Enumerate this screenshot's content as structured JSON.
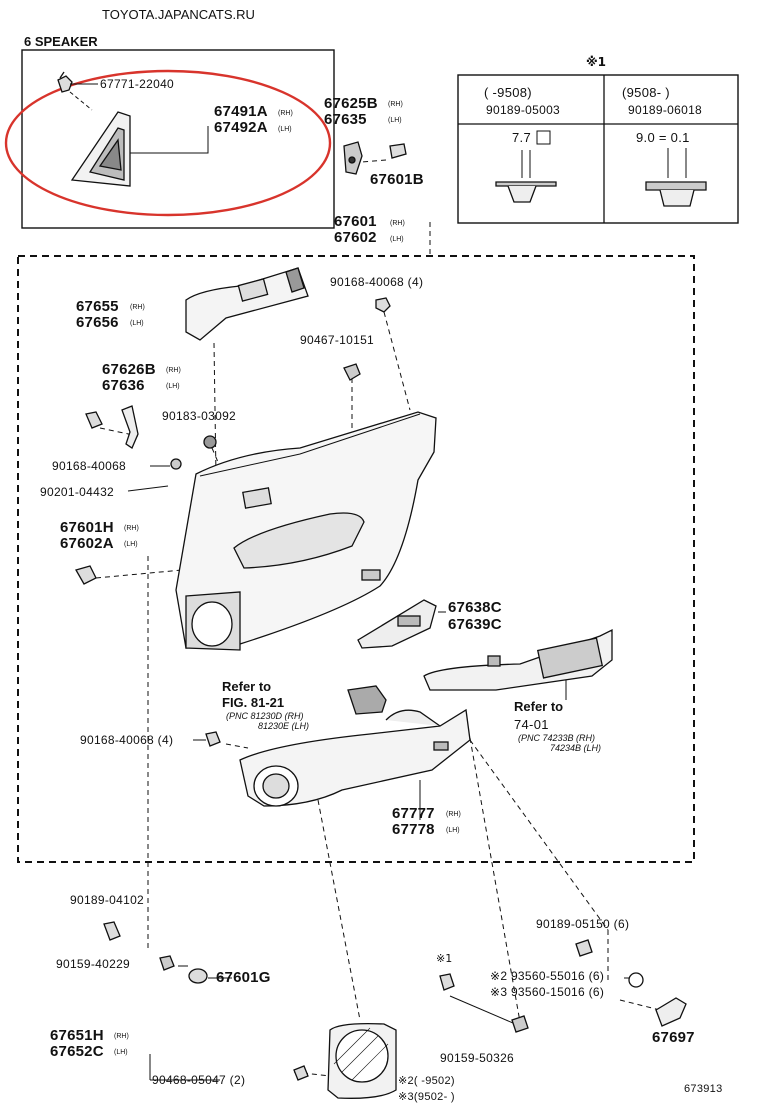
{
  "header": {
    "watermark": "TOYOTA.JAPANCATS.RU",
    "speaker_title": "6 SPEAKER"
  },
  "clip_table": {
    "mark": "※1",
    "col1_period": "(      -9508)",
    "col1_part": "90189-05003",
    "col1_dim": "7.7",
    "col2_period": "(9508-      )",
    "col2_part": "90189-06018",
    "col2_dim": "9.0 = 0.1"
  },
  "labels": {
    "p67771_22040": "67771-22040",
    "p67491A": "67491A",
    "p67492A": "67492A",
    "p67625B": "67625B",
    "p67635": "67635",
    "p67601B": "67601B",
    "p67601": "67601",
    "p67602": "67602",
    "p90168_40068_4_top": "90168-40068 (4)",
    "p67655": "67655",
    "p67656": "67656",
    "p90467_10151": "90467-10151",
    "p67626B": "67626B",
    "p67636": "67636",
    "p90183_03092": "90183-03092",
    "p90168_40068": "90168-40068",
    "p90201_04432": "90201-04432",
    "p67601H": "67601H",
    "p67602A": "67602A",
    "p67638C": "67638C",
    "p67639C": "67639C",
    "refer1_a": "Refer to",
    "refer1_b": "FIG. 81-21",
    "refer1_pnc1": "(PNC 81230D (RH)",
    "refer1_pnc2": "81230E (LH)",
    "refer2_a": "Refer to",
    "refer2_b": "74-01",
    "refer2_pnc1": "(PNC 74233B (RH)",
    "refer2_pnc2": "74234B (LH)",
    "p90168_40068_4_low": "90168-40068 (4)",
    "p67777": "67777",
    "p67778": "67778",
    "p90189_04102": "90189-04102",
    "p90159_40229": "90159-40229",
    "p67601G": "67601G",
    "p90189_05150_6": "90189-05150 (6)",
    "mark_x1": "※1",
    "p93560_55016": "※2 93560-55016 (6)",
    "p93560_15016": "※3 93560-15016 (6)",
    "p67697": "67697",
    "p67651H": "67651H",
    "p67652C": "67652C",
    "p90468_05047_2": "90468-05047 (2)",
    "p90159_50326": "90159-50326",
    "foot_note2": "※2(      -9502)",
    "foot_note3": "※3(9502-      )",
    "fig_number": "673913"
  },
  "side": {
    "rh": "(RH)",
    "lh": "(LH)"
  },
  "colors": {
    "ink": "#111111",
    "highlight_ellipse": "#d8342c",
    "background": "#ffffff"
  }
}
